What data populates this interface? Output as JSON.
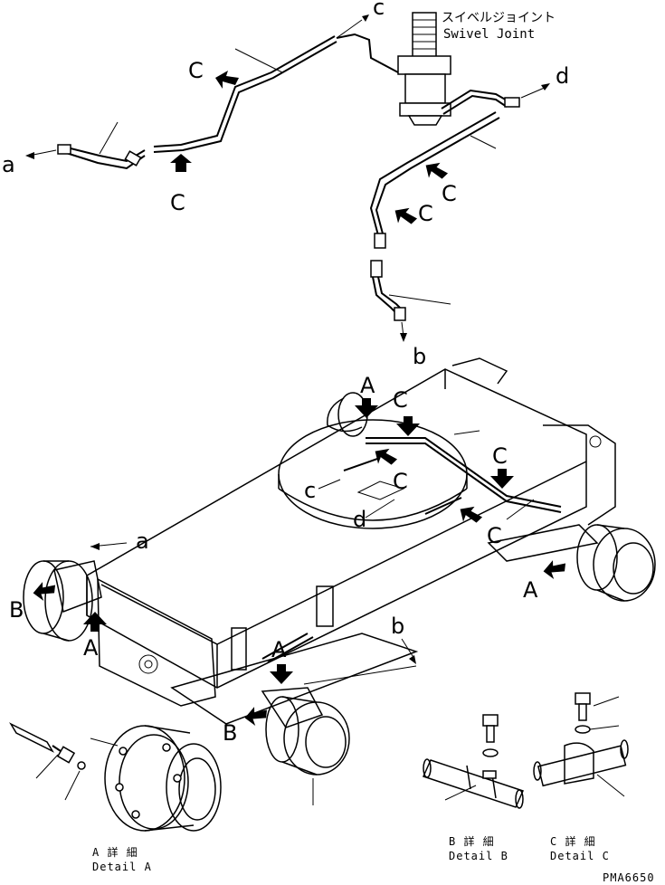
{
  "labels": {
    "swivel_jp": "スイベルジョイント",
    "swivel_en": "Swivel Joint",
    "a": "a",
    "b": "b",
    "c": "c",
    "d": "d",
    "A": "A",
    "B": "B",
    "C": "C",
    "detail_a_jp": "A 詳 細",
    "detail_a_en": "Detail A",
    "detail_b_jp": "B 詳 細",
    "detail_b_en": "Detail B",
    "detail_c_jp": "C 詳 細",
    "detail_c_en": "Detail C",
    "code": "PMA6650"
  }
}
